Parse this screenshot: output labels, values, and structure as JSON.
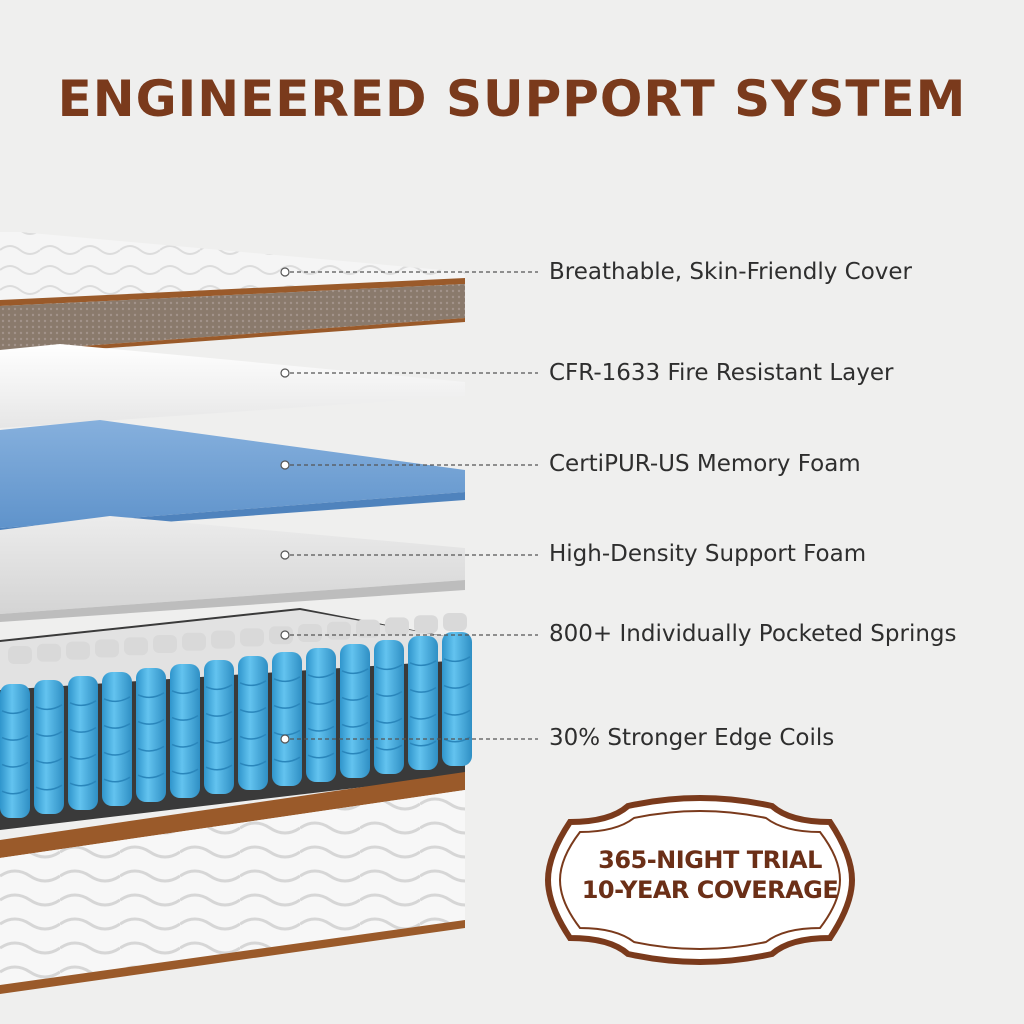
{
  "title": "ENGINEERED SUPPORT SYSTEM",
  "layers": [
    {
      "label": "Breathable, Skin-Friendly Cover",
      "icon": "cover-layer"
    },
    {
      "label": "CFR-1633 Fire Resistant Layer",
      "icon": "fire-resistant-layer"
    },
    {
      "label": "CertiPUR-US Memory Foam",
      "icon": "memory-foam-layer"
    },
    {
      "label": "High-Density Support Foam",
      "icon": "support-foam-layer"
    },
    {
      "label": "800+ Individually Pocketed Springs",
      "icon": "pocketed-springs"
    },
    {
      "label": "30% Stronger Edge Coils",
      "icon": "edge-coils"
    }
  ],
  "badge": {
    "line1": "365-NIGHT TRIAL",
    "line2": "10-YEAR COVERAGE"
  },
  "colors": {
    "background": "#efefee",
    "brand_brown": "#7a3a1c",
    "badge_text": "#6b2f17",
    "memory_foam_blue": "#6f9fd2",
    "spring_blue": "#4fb2e4",
    "label_text": "#2e2e2e"
  }
}
